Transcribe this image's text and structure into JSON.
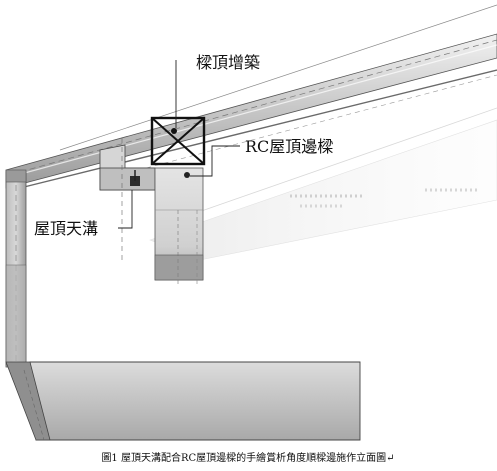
{
  "labels": {
    "beam_addition": "樑頂增築",
    "rc_roof_edge_beam": "RC屋頂邊樑",
    "roof_gutter": "屋頂天溝"
  },
  "caption": {
    "text": "圖1 屋頂天溝配合RC屋頂邊樑的手繪賞析角度順樑邊施作立面圖↵"
  }
}
